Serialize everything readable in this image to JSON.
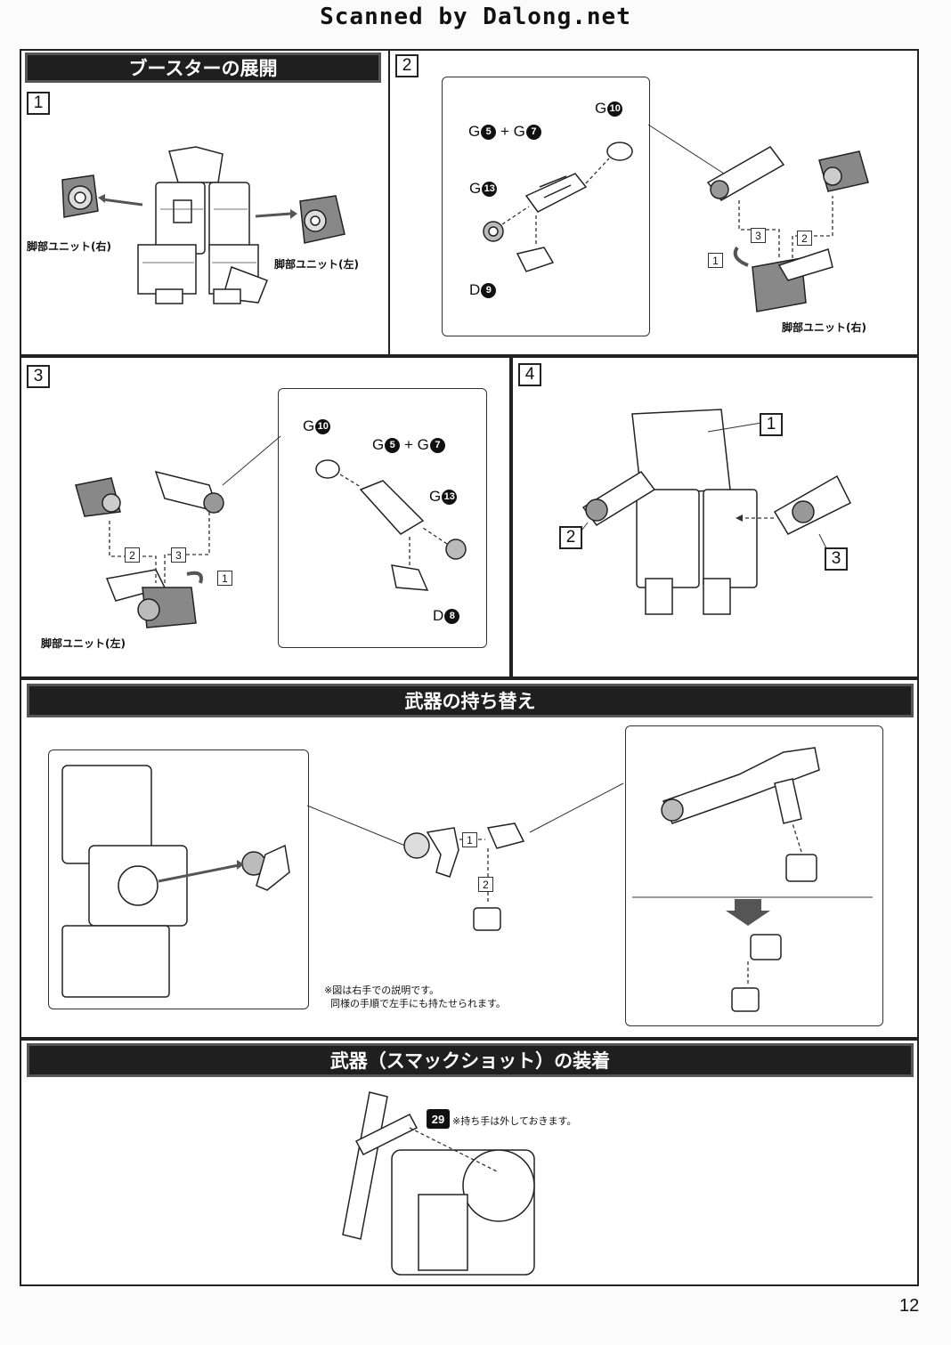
{
  "watermark": "Scanned by Dalong.net",
  "sections": {
    "booster": "ブースターの展開",
    "weapon_swap": "武器の持ち替え",
    "weapon_mount": "武器（スマックショット）の装着"
  },
  "steps": {
    "s1": "1",
    "s2": "2",
    "s3": "3",
    "s4": "4"
  },
  "labels": {
    "leg_right": "脚部ユニット(右)",
    "leg_left": "脚部ユニット(左)"
  },
  "parts": {
    "g": "G",
    "d": "D",
    "plus": "+",
    "n5": "5",
    "n7": "7",
    "n8": "8",
    "n9": "9",
    "n10": "10",
    "n13": "13"
  },
  "mini_steps": {
    "m1": "1",
    "m2": "2",
    "m3": "3"
  },
  "notes": {
    "hand_line1": "※図は右手での説明です。",
    "hand_line2": "同様の手順で左手にも持たせられます。",
    "part29": "29",
    "remove_hand": "※持ち手は外しておきます。"
  },
  "page_number": "12"
}
